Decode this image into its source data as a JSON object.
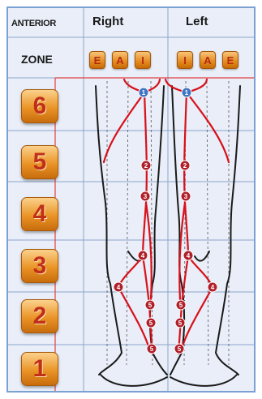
{
  "header": {
    "view_label": "ANTERIOR",
    "right_label": "Right",
    "left_label": "Left",
    "zone_label": "ZONE"
  },
  "zone_columns": {
    "right": [
      "E",
      "A",
      "I"
    ],
    "left": [
      "I",
      "A",
      "E"
    ]
  },
  "rows": [
    "6",
    "5",
    "4",
    "3",
    "2",
    "1"
  ],
  "point_markers": {
    "right": [
      "1",
      "2",
      "3",
      "4",
      "4",
      "5",
      "5",
      "5"
    ],
    "left": [
      "1",
      "2",
      "3",
      "4",
      "4",
      "5",
      "5",
      "5"
    ]
  },
  "colors": {
    "background": "#e9eef8",
    "grid_line": "#8aa6cc",
    "meridian": "#d8111a",
    "button": "#e48a1e",
    "button_text": "#c03018",
    "marker": "#b0202a",
    "marker_top": "#3f74c4"
  }
}
